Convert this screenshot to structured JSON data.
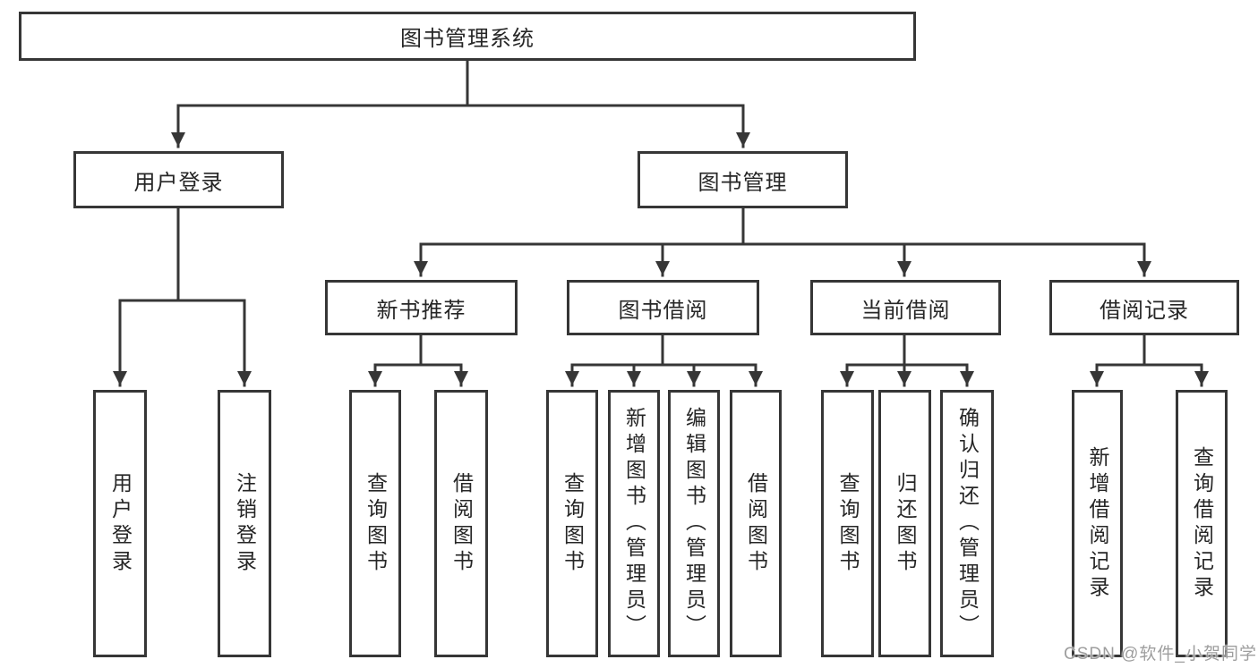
{
  "diagram": {
    "root": {
      "label": "图书管理系统"
    },
    "branches": {
      "user_login": {
        "label": "用户登录",
        "children": [
          {
            "label": "用户登录"
          },
          {
            "label": "注销登录"
          }
        ]
      },
      "book_management": {
        "label": "图书管理",
        "sections": [
          {
            "label": "新书推荐",
            "children": [
              {
                "label": "查询图书"
              },
              {
                "label": "借阅图书"
              }
            ]
          },
          {
            "label": "图书借阅",
            "children": [
              {
                "label": "查询图书"
              },
              {
                "label": "新增图书（管理员）"
              },
              {
                "label": "编辑图书（管理员）"
              },
              {
                "label": "借阅图书"
              }
            ]
          },
          {
            "label": "当前借阅",
            "children": [
              {
                "label": "查询图书"
              },
              {
                "label": "归还图书"
              },
              {
                "label": "确认归还（管理员）"
              }
            ]
          },
          {
            "label": "借阅记录",
            "children": [
              {
                "label": "新增借阅记录"
              },
              {
                "label": "查询借阅记录"
              }
            ]
          }
        ]
      }
    },
    "colors": {
      "line": "#363636",
      "text": "#262626",
      "watermark": "#9e9e9e"
    },
    "watermark": "CSDN @软件_小贺同学"
  }
}
